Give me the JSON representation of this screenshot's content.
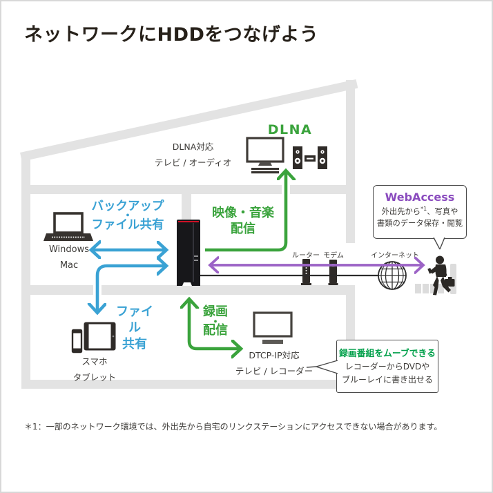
{
  "title": "ネットワークにHDDをつなげよう",
  "footnote": "＊1：一部のネットワーク環境では、外出先から自宅のリンクステーションにアクセスできない場合があります。",
  "colors": {
    "accent_blue": "#3aa2d4",
    "accent_green": "#3aa33c",
    "move_heading_green": "#00a04a",
    "arrow_purple": "#9c63c6",
    "webaccess_purple": "#8a4bbe",
    "house_gray": "#e3e3e3",
    "nas_red": "#cf1126"
  },
  "attic": {
    "heading": "DLNA",
    "device_label_1": "DLNA対応",
    "device_label_2": "テレビ / オーディオ"
  },
  "pc": {
    "label_1": "Windows",
    "label_2": "Mac"
  },
  "backup": {
    "line_1": "バックアップ",
    "dot": "・",
    "line_2": "ファイル共有"
  },
  "streaming": {
    "line_1": "映像・音楽",
    "line_2": "配信"
  },
  "fileshare": {
    "line_1": "ファイル",
    "line_2": "共有"
  },
  "mobile": {
    "label_1": "スマホ",
    "label_2": "タブレット"
  },
  "record": {
    "line_1": "録画",
    "dot": "・",
    "line_2": "配信"
  },
  "dtcp": {
    "label_1": "DTCP-IP対応",
    "label_2": "テレビ / レコーダー"
  },
  "wan": {
    "router": "ルーター",
    "modem": "モデム",
    "internet": "インターネット"
  },
  "webaccess": {
    "heading": "WebAccess",
    "line1_pre": "外出先から",
    "line1_sup": "*1",
    "line1_post": "、写真や",
    "line2": "書類のデータ保存・閲覧"
  },
  "move_callout": {
    "heading": "録画番組をムーブできる",
    "line_1": "レコーダーからDVDや",
    "line_2": "ブルーレイに書き出せる"
  }
}
